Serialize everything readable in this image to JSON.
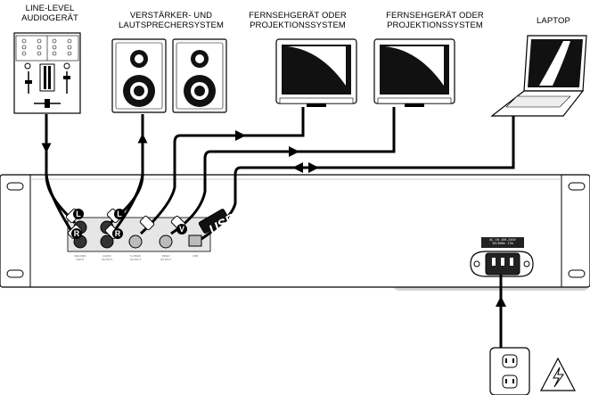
{
  "devices": {
    "audio_device": "LINE-LEVEL\nAUDIOGERÄT",
    "amp_speakers": "VERSTÄRKER- UND\nLAUTSPRECHERSYSTEM",
    "tv_1": "FERNSEHGERÄT ODER\nPROJEKTIONSSYSTEM",
    "tv_2": "FERNSEHGERÄT ODER\nPROJEKTIONSSYSTEM",
    "laptop": "LAPTOP"
  },
  "panel": {
    "jack_left": "L",
    "jack_right": "R",
    "jack_video": "V",
    "usb_text": "USB",
    "port_labels": [
      "RECORD\nINPUT",
      "AUDIO\nOUTPUT",
      "S-VIDEO\nOUTPUT",
      "VIDEO\nOUTPUT",
      "USB"
    ],
    "power_plate": "AC IN 100-240V\n50/60Hz 17W"
  },
  "colors": {
    "line": "#000000",
    "rack": "#ffffff",
    "panel_dark": "#2a2a2a",
    "shadow": "#c8c8c8"
  },
  "icons": [
    "mixer-icon",
    "speaker-icon",
    "monitor-icon",
    "laptop-icon",
    "wall-outlet-icon",
    "electric-hazard-icon"
  ]
}
